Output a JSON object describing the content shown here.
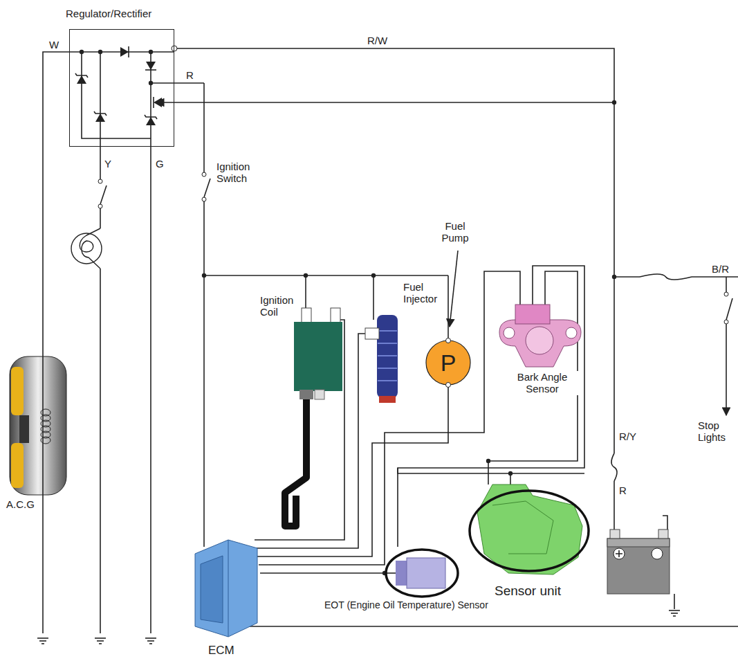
{
  "diagram": {
    "nodes": [
      {
        "text": [
          "Regulator/Rectifier"
        ]
      },
      {
        "text": [
          "P"
        ]
      }
    ],
    "labels": [
      "W",
      "R/W",
      "R",
      "Y",
      "G",
      "Ignition Switch",
      "Ignition Coil",
      "Fuel Pump",
      "Fuel Injector",
      "Bark Angle Sensor",
      "B/R",
      "Stop Lights",
      "R/Y",
      "R",
      "A.C.G",
      "Sensor unit",
      "EOT (Engine Oil Temperature) Sensor",
      "ECM"
    ]
  }
}
